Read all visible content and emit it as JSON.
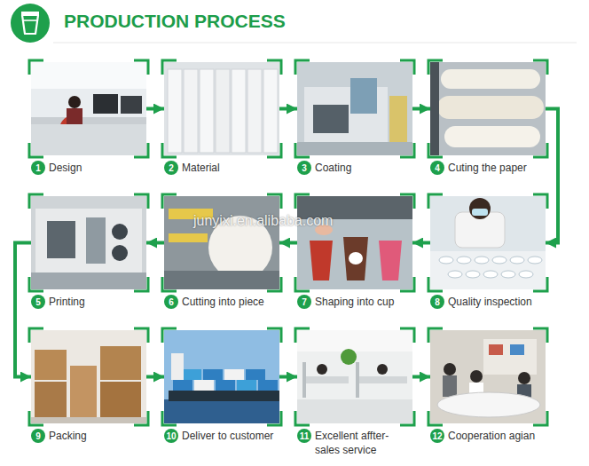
{
  "diagram": {
    "title": "PRODUCTION PROCESS",
    "nodes": [
      {
        "text": [
          "1",
          "Design"
        ]
      },
      {
        "text": [
          "2",
          "Material"
        ]
      },
      {
        "text": [
          "3",
          "Coating"
        ]
      },
      {
        "text": [
          "4",
          "Cuting the paper"
        ]
      },
      {
        "text": [
          "5",
          "Printing"
        ]
      },
      {
        "text": [
          "6",
          "Cutting into piece"
        ]
      },
      {
        "text": [
          "7",
          "Shaping into cup"
        ]
      },
      {
        "text": [
          "8",
          "Quality inspection"
        ]
      },
      {
        "text": [
          "9",
          "Packing"
        ]
      },
      {
        "text": [
          "10",
          "Deliver to customer"
        ]
      },
      {
        "text": [
          "11",
          "Excellent affter-sales service"
        ]
      },
      {
        "text": [
          "12",
          "Cooperation agian"
        ]
      }
    ],
    "edges": [
      {
        "from": 0,
        "to": 1,
        "arrow": "to"
      },
      {
        "from": 1,
        "to": 2,
        "arrow": "to"
      },
      {
        "from": 2,
        "to": 3,
        "arrow": "to"
      },
      {
        "from": 3,
        "to": 7,
        "arrow": "to"
      },
      {
        "from": 7,
        "to": 6,
        "arrow": "to"
      },
      {
        "from": 6,
        "to": 5,
        "arrow": "to"
      },
      {
        "from": 5,
        "to": 4,
        "arrow": "to"
      },
      {
        "from": 4,
        "to": 8,
        "arrow": "to"
      },
      {
        "from": 8,
        "to": 9,
        "arrow": "to"
      },
      {
        "from": 9,
        "to": 10,
        "arrow": "to"
      },
      {
        "from": 10,
        "to": 11,
        "arrow": "to"
      }
    ],
    "labels": [
      "junyixi.en.alibaba.com"
    ]
  }
}
